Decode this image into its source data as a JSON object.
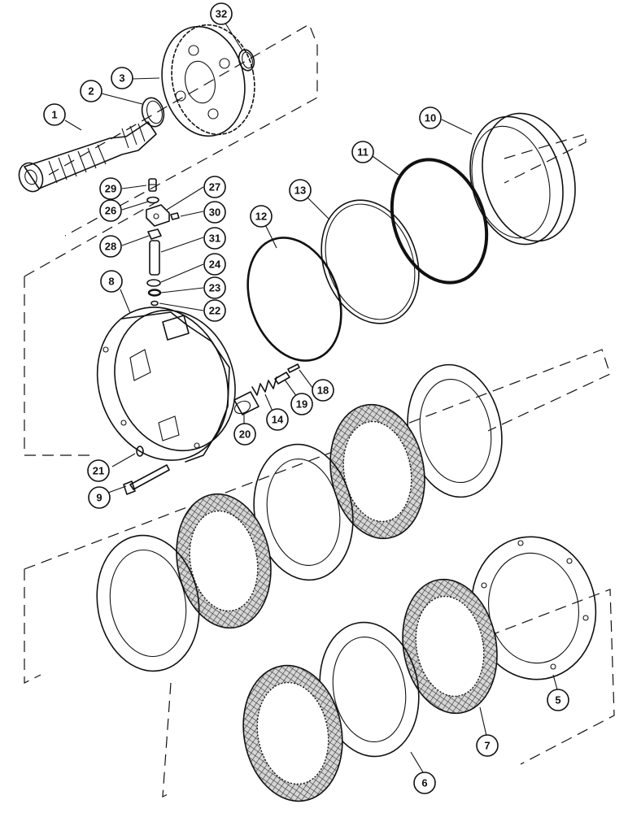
{
  "diagram": {
    "callouts": [
      "1",
      "2",
      "3",
      "32",
      "10",
      "11",
      "13",
      "12",
      "29",
      "26",
      "27",
      "30",
      "28",
      "31",
      "24",
      "23",
      "22",
      "8",
      "18",
      "19",
      "14",
      "20",
      "21",
      "9",
      "5",
      "7",
      "6"
    ]
  }
}
